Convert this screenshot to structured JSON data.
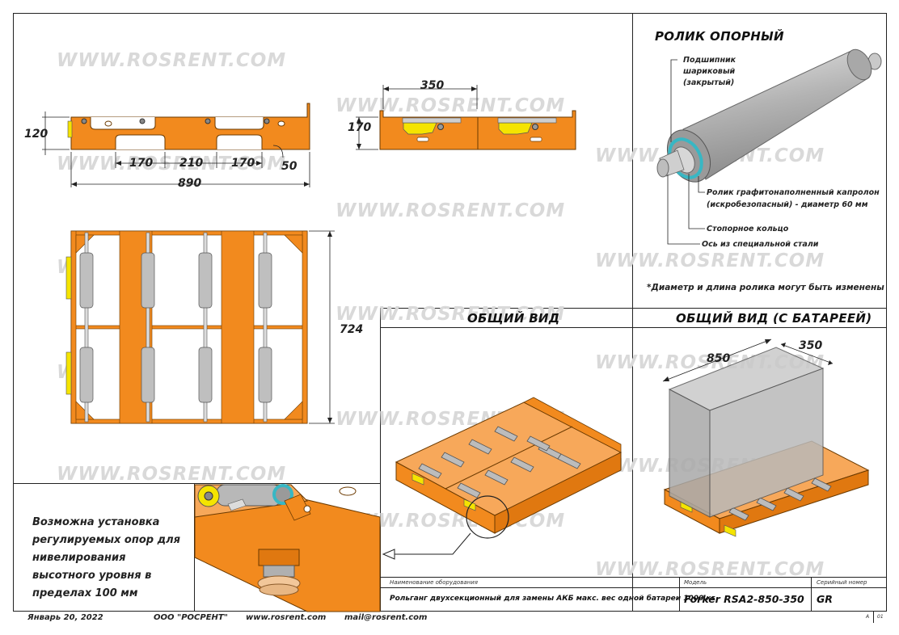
{
  "watermark": "WWW.ROSRENT.COM",
  "dimensions": {
    "height_side": "120",
    "gap_a": "170",
    "gap_b": "210",
    "gap_c": "170",
    "corner": "50",
    "total_length": "890",
    "front_width": "350",
    "front_height": "170",
    "plan_depth": "724",
    "battery_length": "850",
    "battery_width": "350"
  },
  "roller": {
    "title": "РОЛИК ОПОРНЫЙ",
    "bearing_line1": "Подшипник",
    "bearing_line2": "шариковый",
    "bearing_line3": "(закрытый)",
    "roller_line1": "Ролик графитонаполненный капролон",
    "roller_line2": "(искробезопасный) - диаметр 60 мм",
    "ring": "Стопорное кольцо",
    "axis": "Ось из специальной стали",
    "footnote": "*Диаметр и длина ролика могут быть изменены"
  },
  "views": {
    "general": "ОБЩИЙ ВИД",
    "with_battery": "ОБЩИЙ ВИД (С БАТАРЕЕЙ)"
  },
  "note": "Возможна установка регулируемых опор для нивелирования высотного уровня в пределах 100 мм",
  "title_block": {
    "equipment_head": "Наименование оборудования",
    "equipment_value": "Рольганг двухсекционный для замены АКБ макс. вес одной батареи 1000 кг",
    "model_head": "Модель",
    "model_value": "Forker RSA2-850-350",
    "serial_head": "Серийный номер",
    "serial_value": "GR",
    "sheet_a": "A",
    "sheet_b": "01"
  },
  "footer": {
    "date": "Январь 20, 2022",
    "company": "ООО \"РОСРЕНТ\"",
    "site": "www.rosrent.com",
    "mail": "mail@rosrent.com"
  },
  "colors": {
    "frame_orange": "#f28a1e",
    "roller_grey": "#b8b8b8",
    "bracket_yellow": "#f5e400",
    "ring_teal": "#38b7c4"
  }
}
